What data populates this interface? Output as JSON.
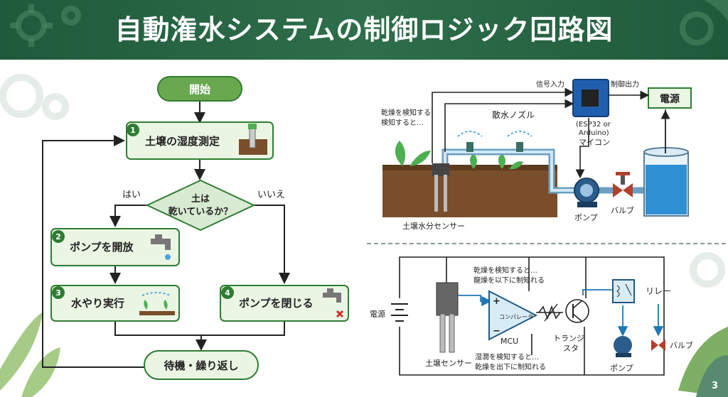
{
  "title": "自動潅水システムの制御ロジック回路図",
  "page_number": "3",
  "flowchart": {
    "start": "開始",
    "step1": {
      "number": "1",
      "label": "土壌の湿度測定"
    },
    "decision_line1": "土は",
    "decision_line2": "乾いているか？",
    "yes": "はい",
    "no": "いいえ",
    "step2": {
      "number": "2",
      "label": "ポンプを開放"
    },
    "step3": {
      "number": "3",
      "label": "水やり実行"
    },
    "step4": {
      "number": "4",
      "label": "ポンプを閉じる"
    },
    "wait": "待機・繰り返し"
  },
  "system": {
    "signal_in": "信号入力",
    "control_out": "制御出力",
    "power": "電源",
    "mcu_line1": "(ESP32 or",
    "mcu_line2": "Arduino)",
    "mcu_name": "マイコン",
    "sensor_note_line1": "乾燥を検知する",
    "sensor_note_line2": "検知すると…",
    "nozzle": "散水ノズル",
    "sensor": "土壌水分センサー",
    "pump": "ポンプ",
    "valve": "バルブ"
  },
  "circuit": {
    "note_top_line1": "乾燥を検知すると…",
    "note_top_line2": "龍燥を以下に制知れる",
    "note_bottom_line1": "湿潤を検知すると…",
    "note_bottom_line2": "乾燥を出下に制知れる",
    "power": "電源",
    "comparator": "コンパレータ",
    "mcu": "MCU",
    "transistor_line1": "トランジ",
    "transistor_line2": "スタ",
    "relay": "リレー",
    "sensor": "土壌センサー",
    "pump": "ポンプ",
    "valve": "バルブ",
    "plus": "+",
    "minus": "−"
  },
  "colors": {
    "header": "#2e6e4a",
    "box_border": "#2e7d32",
    "box_fill": "#eaf5e4",
    "start_fill": "#6aa84f",
    "decision_fill": "#d9ead3",
    "badge": "#2e7d32",
    "wire_blue": "#1f77b4",
    "wire_black": "#222222"
  }
}
